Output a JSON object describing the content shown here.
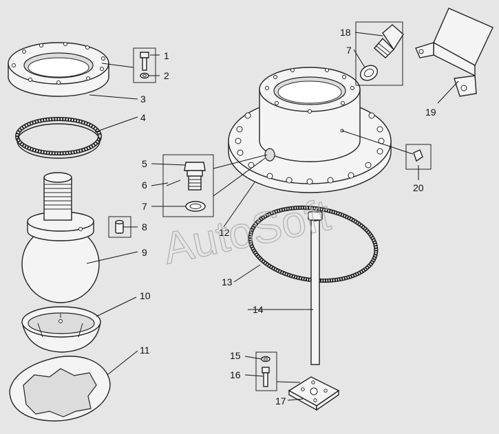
{
  "watermark": "AutoSoft",
  "callouts": [
    {
      "id": "c1",
      "text": "1"
    },
    {
      "id": "c2",
      "text": "2"
    },
    {
      "id": "c3",
      "text": "3"
    },
    {
      "id": "c4",
      "text": "4"
    },
    {
      "id": "c5",
      "text": "5"
    },
    {
      "id": "c6",
      "text": "6"
    },
    {
      "id": "c7a",
      "text": "7"
    },
    {
      "id": "c7b",
      "text": "7"
    },
    {
      "id": "c8",
      "text": "8"
    },
    {
      "id": "c9",
      "text": "9"
    },
    {
      "id": "c10",
      "text": "10"
    },
    {
      "id": "c11",
      "text": "11"
    },
    {
      "id": "c12",
      "text": "12"
    },
    {
      "id": "c13",
      "text": "13"
    },
    {
      "id": "c14",
      "text": "14"
    },
    {
      "id": "c15",
      "text": "15"
    },
    {
      "id": "c16",
      "text": "16"
    },
    {
      "id": "c17",
      "text": "17"
    },
    {
      "id": "c18",
      "text": "18"
    },
    {
      "id": "c19",
      "text": "19"
    },
    {
      "id": "c20",
      "text": "20"
    }
  ]
}
